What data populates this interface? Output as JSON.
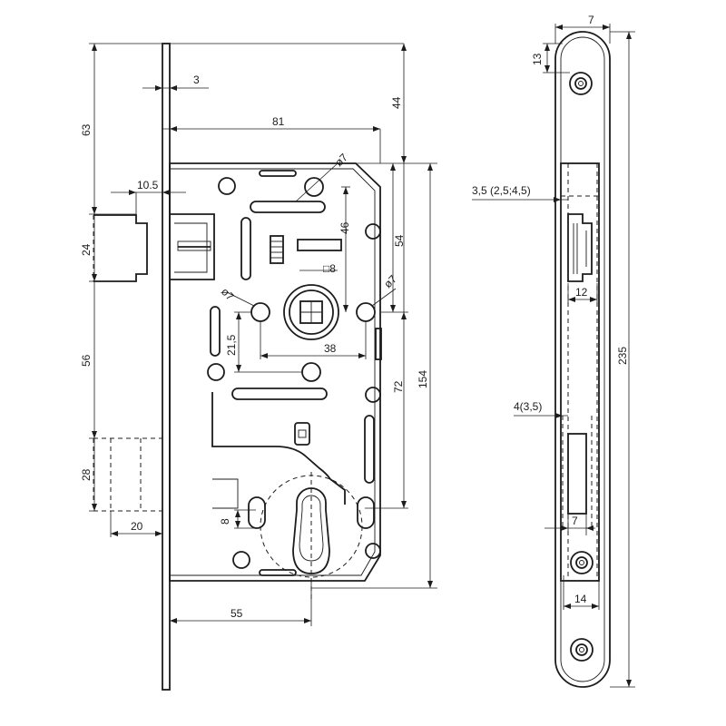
{
  "diagram": {
    "watermark": "",
    "dims": {
      "plate_thickness": "3",
      "overall_height": "44",
      "top_to_latch": "63",
      "backset_body": "81",
      "latch_projection": "10.5",
      "latch_height": "24",
      "latch_to_bolt": "56",
      "bolt_height": "28",
      "bolt_projection": "20",
      "screw_dia_top": "ø7",
      "spindle_square": "□8",
      "spindle_to_top_screw": "46",
      "body_inner_height": "54",
      "screw_dia_left": "ø7",
      "screw_dia_right": "ø7",
      "screw_pitch": "38",
      "spindle_to_side": "21,5",
      "centre_distance": "72",
      "body_height": "154",
      "cylinder_offset": "8",
      "cylinder_backset": "55",
      "faceplate_width_top": "13",
      "latch_depth": "3,5  (2,5;4,5)",
      "latch_strike_width": "12",
      "faceplate_length": "235",
      "bolt_depth": "4(3,5)",
      "bolt_width": "7",
      "faceplate_width_bottom": "14",
      "top_tick": "7"
    }
  }
}
